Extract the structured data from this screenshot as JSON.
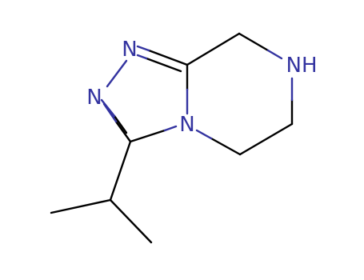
{
  "molecule": {
    "atom_labels": {
      "n1": "N",
      "n2": "N",
      "n4": "N",
      "nh": "NH"
    }
  },
  "colors": {
    "bond": "#000000",
    "nitrogen": "#3333a0",
    "background": "#ffffff"
  }
}
